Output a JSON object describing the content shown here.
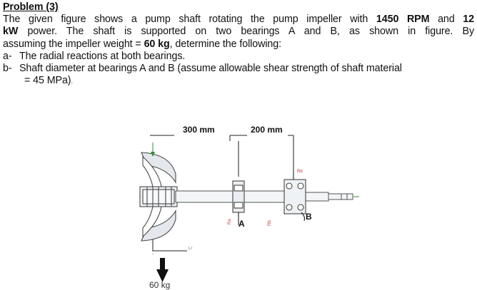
{
  "problem": {
    "title": "Problem (3)",
    "line1": "The given figure shows a pump shaft rotating the pump impeller with ",
    "rpm": "1450 RPM",
    "and12": " and ",
    "power_value": "12",
    "power_unit": "kW",
    "line2_rest": " power. The shaft is supported on two bearings A and B, as shown in figure.  By",
    "line3_pre": "assuming the impeller weight = ",
    "weight": "60 kg",
    "line3_post": ", determine the following:",
    "item_a_marker": "a-",
    "item_a_text": "The radial reactions at both bearings.",
    "item_b_marker": "b-",
    "item_b_text": "Shaft diameter at bearings A and B (assume allowable shear strength of shaft material",
    "item_b_cont": "= 45 MPa)",
    "item_b_end": "."
  },
  "figure": {
    "dim_left": "300 mm",
    "dim_right": "200 mm",
    "bearing_a_label": "A",
    "bearing_b_label": "B",
    "load_label": "60 kg",
    "ra_label": "Ra",
    "rb_label": "Rb",
    "lr_label": "Lr",
    "colors": {
      "axis_green": "#2f8f2f",
      "label_red": "#c8303a",
      "arrow": "#111111",
      "part_blue": "#6a86a8"
    }
  }
}
